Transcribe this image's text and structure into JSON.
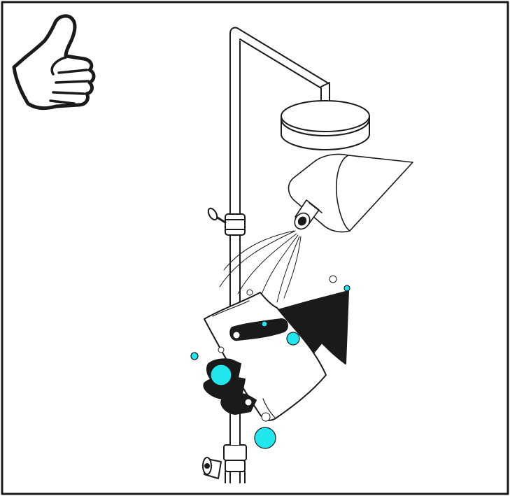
{
  "colors": {
    "ink": "#1a1a1a",
    "paper": "#ffffff",
    "droplet": "#22e6ee"
  },
  "icons": {
    "approval": "thumbs-up-icon",
    "device": "shower-column",
    "agent": "cleaning-agent-bottle",
    "action": "gloved-hand-with-cloth"
  }
}
